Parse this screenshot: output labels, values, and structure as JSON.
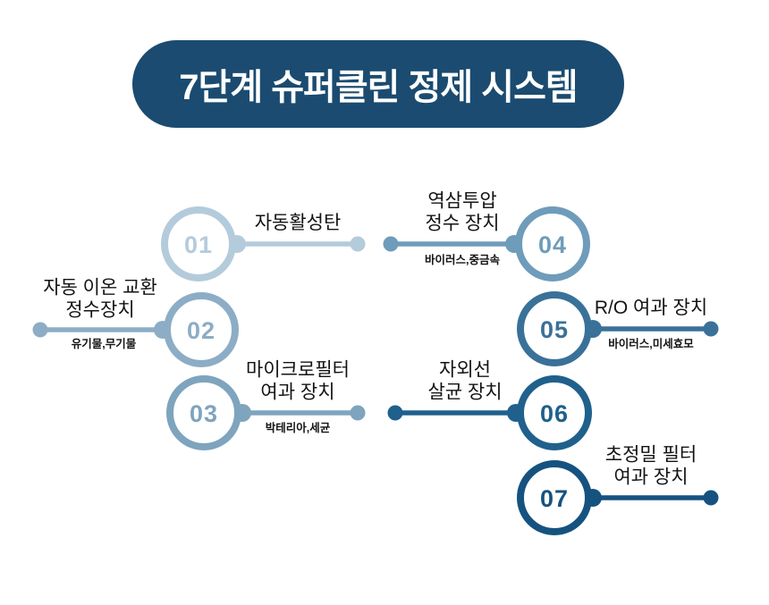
{
  "title": "7단계 슈퍼클린 정제 시스템",
  "colors": {
    "title_bg": "#1b4b70",
    "title_text": "#ffffff",
    "label_text": "#131313"
  },
  "steps": [
    {
      "number": "01",
      "label": "자동활성탄",
      "subtitle": "",
      "color": "#b4cbdc",
      "connector": "right"
    },
    {
      "number": "02",
      "label": "자동 이온 교환\n정수장치",
      "subtitle": "유기물,무기물",
      "color": "#8cadc5",
      "connector": "left"
    },
    {
      "number": "03",
      "label": "마이크로필터\n여과 장치",
      "subtitle": "박테리아,세균",
      "color": "#7ea4be",
      "connector": "right"
    },
    {
      "number": "04",
      "label": "역삼투압\n정수 장치",
      "subtitle": "바이러스,중금속",
      "color": "#6f9cba",
      "connector": "left"
    },
    {
      "number": "05",
      "label": "R/O 여과 장치",
      "subtitle": "바이러스,미세효모",
      "color": "#3a7199",
      "connector": "right"
    },
    {
      "number": "06",
      "label": "자외선\n살균 장치",
      "subtitle": "",
      "color": "#20608c",
      "connector": "left"
    },
    {
      "number": "07",
      "label": "초정밀 필터\n여과 장치",
      "subtitle": "",
      "color": "#165280",
      "connector": "right"
    }
  ]
}
